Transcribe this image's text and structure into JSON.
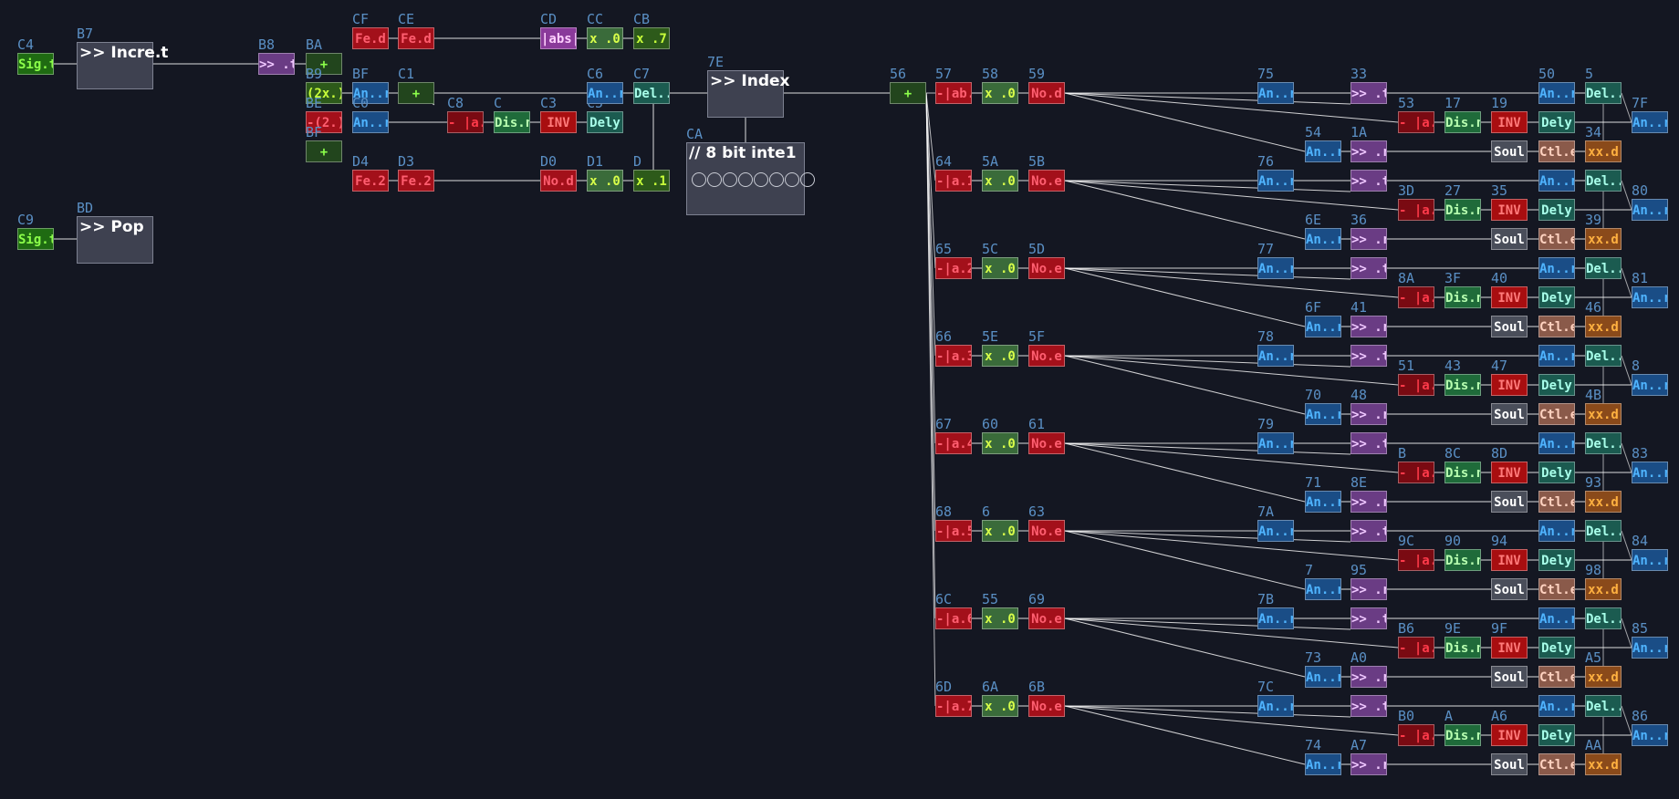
{
  "app": {
    "background": "#141722",
    "palette": {
      "sig": {
        "bg": "#1f6b12",
        "fg": "#8cff4a"
      },
      "plus": {
        "bg": "#22451d",
        "fg": "#8cff4a"
      },
      "green_expr": {
        "bg": "#2d5a1a",
        "fg": "#c8ff3a"
      },
      "red": {
        "bg": "#a3101a",
        "fg": "#ff5e70"
      },
      "red_bright": {
        "bg": "#b00a1a",
        "fg": "#ffb0b8"
      },
      "red_dark": {
        "bg": "#7a0a12",
        "fg": "#ff3a4a"
      },
      "blue": {
        "bg": "#1a4d86",
        "fg": "#4fb4ff"
      },
      "purple": {
        "bg": "#6a3c84",
        "fg": "#f0c8ff"
      },
      "teal": {
        "bg": "#1b5b50",
        "fg": "#a8ffea"
      },
      "dis": {
        "bg": "#1f6b3a",
        "fg": "#b8ffb0"
      },
      "xg": {
        "bg": "#3a6b3a",
        "fg": "#d8ff4a"
      },
      "sou": {
        "bg": "#4a4e5a",
        "fg": "#ffffff"
      },
      "ctl": {
        "bg": "#8a5a4a",
        "fg": "#ffd2c0"
      },
      "xx": {
        "bg": "#8a4a1a",
        "fg": "#ffb040"
      },
      "inv": {
        "bg": "#a80e10",
        "fg": "#ff7a7a"
      },
      "abs": {
        "bg": "#8a3a9a",
        "fg": "#ffd0ff"
      }
    }
  },
  "blocks": [
    {
      "id": "B7",
      "title": ">> Incre.t"
    },
    {
      "id": "BD",
      "title": ">> Pop"
    },
    {
      "id": "7E",
      "title": ">> Index"
    },
    {
      "id": "CA",
      "title": "// 8 bit inte1",
      "leds": 8
    }
  ],
  "chips": [
    {
      "id": "C4",
      "label": "Sig.t",
      "kind": "sig"
    },
    {
      "id": "C9",
      "label": "Sig.t",
      "kind": "sig"
    },
    {
      "id": "B8",
      "label": ">> .t",
      "kind": "purple"
    },
    {
      "id": "BA",
      "label": "+",
      "kind": "plus"
    },
    {
      "id": "B9",
      "label": "(2x.)",
      "kind": "green_expr"
    },
    {
      "id": "BE",
      "label": "-(2.)",
      "kind": "red"
    },
    {
      "id": "BF",
      "label": "+",
      "kind": "plus"
    },
    {
      "id": "CF",
      "label": "Fe.d",
      "kind": "red"
    },
    {
      "id": "CE",
      "label": "Fe.d",
      "kind": "red"
    },
    {
      "id": "BF2",
      "label": "An..r",
      "kind": "blue"
    },
    {
      "id": "C0",
      "label": "An..r",
      "kind": "blue"
    },
    {
      "id": "C1",
      "label": "+",
      "kind": "plus"
    },
    {
      "id": "C8",
      "label": "- |a.",
      "kind": "red_dark"
    },
    {
      "id": "C2",
      "label": "Dis.n",
      "kind": "dis"
    },
    {
      "id": "C3",
      "label": "INV",
      "kind": "inv"
    },
    {
      "id": "C5",
      "label": "Dely",
      "kind": "teal"
    },
    {
      "id": "C6",
      "label": "An..r",
      "kind": "blue"
    },
    {
      "id": "C7",
      "label": "Del..l",
      "kind": "teal"
    },
    {
      "id": "CD",
      "label": "|abs|",
      "kind": "abs"
    },
    {
      "id": "CC",
      "label": "x .0",
      "kind": "xg"
    },
    {
      "id": "CB",
      "label": "x .7",
      "kind": "green_expr"
    },
    {
      "id": "D4",
      "label": "Fe.2",
      "kind": "red"
    },
    {
      "id": "D3",
      "label": "Fe.2",
      "kind": "red"
    },
    {
      "id": "D0",
      "label": "No.d",
      "kind": "red"
    },
    {
      "id": "D1",
      "label": "x .0",
      "kind": "xg"
    },
    {
      "id": "D2",
      "label": "x .1",
      "kind": "green_expr"
    },
    {
      "id": "56",
      "label": "+",
      "kind": "plus"
    }
  ],
  "rows": [
    {
      "a": "57",
      "b": "58",
      "c": "59",
      "al": "-|ab.",
      "cl": "No.d"
    },
    {
      "a": "64",
      "b": "5A",
      "c": "5B",
      "al": "-|a.1",
      "cl": "No.e"
    },
    {
      "a": "65",
      "b": "5C",
      "c": "5D",
      "al": "-|a.2",
      "cl": "No.e"
    },
    {
      "a": "66",
      "b": "5E",
      "c": "5F",
      "al": "-|a.3",
      "cl": "No.e"
    },
    {
      "a": "67",
      "b": "60",
      "c": "61",
      "al": "-|a.4",
      "cl": "No.e"
    },
    {
      "a": "68",
      "b": "62",
      "c": "63",
      "al": "-|a.5",
      "cl": "No.e"
    },
    {
      "a": "6C",
      "b": "55",
      "c": "69",
      "al": "-|a.6",
      "cl": "No.e"
    },
    {
      "a": "6D",
      "b": "6A",
      "c": "6B",
      "al": "-|a.7",
      "cl": "No.e"
    }
  ],
  "row_x_label": "x .0",
  "groups": [
    {
      "an1": "75",
      "p1": "33",
      "r": "53",
      "dis": "17",
      "inv": "19",
      "del1": "50",
      "del2": "52",
      "out": "7F",
      "an2": "54",
      "p2": "1A",
      "sou": "",
      "ctl": "",
      "xx": "34"
    },
    {
      "an1": "76",
      "p1": "",
      "r": "3D",
      "dis": "27",
      "inv": "35",
      "del1": "",
      "del2": "",
      "out": "80",
      "an2": "6E",
      "p2": "36",
      "sou": "",
      "ctl": "",
      "xx": "39"
    },
    {
      "an1": "77",
      "p1": "",
      "r": "8A",
      "dis": "3F",
      "inv": "40",
      "del1": "",
      "del2": "",
      "out": "81",
      "an2": "6F",
      "p2": "41",
      "sou": "",
      "ctl": "",
      "xx": "46"
    },
    {
      "an1": "78",
      "p1": "",
      "r": "51",
      "dis": "43",
      "inv": "47",
      "del1": "",
      "del2": "",
      "out": "82",
      "an2": "70",
      "p2": "48",
      "sou": "",
      "ctl": "",
      "xx": "4B"
    },
    {
      "an1": "79",
      "p1": "",
      "r": "B2",
      "dis": "8C",
      "inv": "8D",
      "del1": "",
      "del2": "",
      "out": "83",
      "an2": "71",
      "p2": "8E",
      "sou": "",
      "ctl": "",
      "xx": "93"
    },
    {
      "an1": "7A",
      "p1": "",
      "r": "9C",
      "dis": "90",
      "inv": "94",
      "del1": "",
      "del2": "",
      "out": "84",
      "an2": "72",
      "p2": "95",
      "sou": "",
      "ctl": "",
      "xx": "98"
    },
    {
      "an1": "7B",
      "p1": "",
      "r": "B6",
      "dis": "9E",
      "inv": "9F",
      "del1": "",
      "del2": "",
      "out": "85",
      "an2": "73",
      "p2": "A0",
      "sou": "",
      "ctl": "",
      "xx": "A5"
    },
    {
      "an1": "7C",
      "p1": "",
      "r": "B0",
      "dis": "A2",
      "inv": "A6",
      "del1": "",
      "del2": "",
      "out": "86",
      "an2": "74",
      "p2": "A7",
      "sou": "",
      "ctl": "",
      "xx": "AA"
    }
  ],
  "group_labels": {
    "an": "An..r",
    "pt": ">> .t",
    "pr": ">> .r",
    "r": "- |a.",
    "dis": "Dis.n",
    "inv": "INV",
    "dely": "Dely",
    "del": "Del..l",
    "sou": "Soul",
    "ctl": "Ctl.e",
    "xx": "xx.d"
  }
}
